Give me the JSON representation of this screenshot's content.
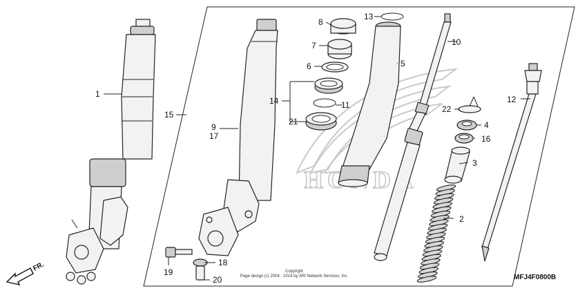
{
  "diagram": {
    "callouts": [
      {
        "id": "c1",
        "text": "1"
      },
      {
        "id": "c2",
        "text": "2"
      },
      {
        "id": "c3",
        "text": "3"
      },
      {
        "id": "c4",
        "text": "4"
      },
      {
        "id": "c5",
        "text": "5"
      },
      {
        "id": "c6",
        "text": "6"
      },
      {
        "id": "c7",
        "text": "7"
      },
      {
        "id": "c8",
        "text": "8"
      },
      {
        "id": "c9",
        "text": "9"
      },
      {
        "id": "c10",
        "text": "10"
      },
      {
        "id": "c11",
        "text": "11"
      },
      {
        "id": "c12",
        "text": "12"
      },
      {
        "id": "c13",
        "text": "13"
      },
      {
        "id": "c14",
        "text": "14"
      },
      {
        "id": "c15",
        "text": "15"
      },
      {
        "id": "c16",
        "text": "16"
      },
      {
        "id": "c17",
        "text": "17"
      },
      {
        "id": "c18",
        "text": "18"
      },
      {
        "id": "c19",
        "text": "19"
      },
      {
        "id": "c20",
        "text": "20"
      },
      {
        "id": "c21",
        "text": "21"
      },
      {
        "id": "c22",
        "text": "22"
      }
    ],
    "direction_label": "FR.",
    "diagram_code": "MFJ4F0800B",
    "watermark_text": "HONDA",
    "copyright_line1": "Copyright",
    "copyright_line2": "Page design (c) 2004 - 2014 by ARI Network Services, Inc."
  }
}
